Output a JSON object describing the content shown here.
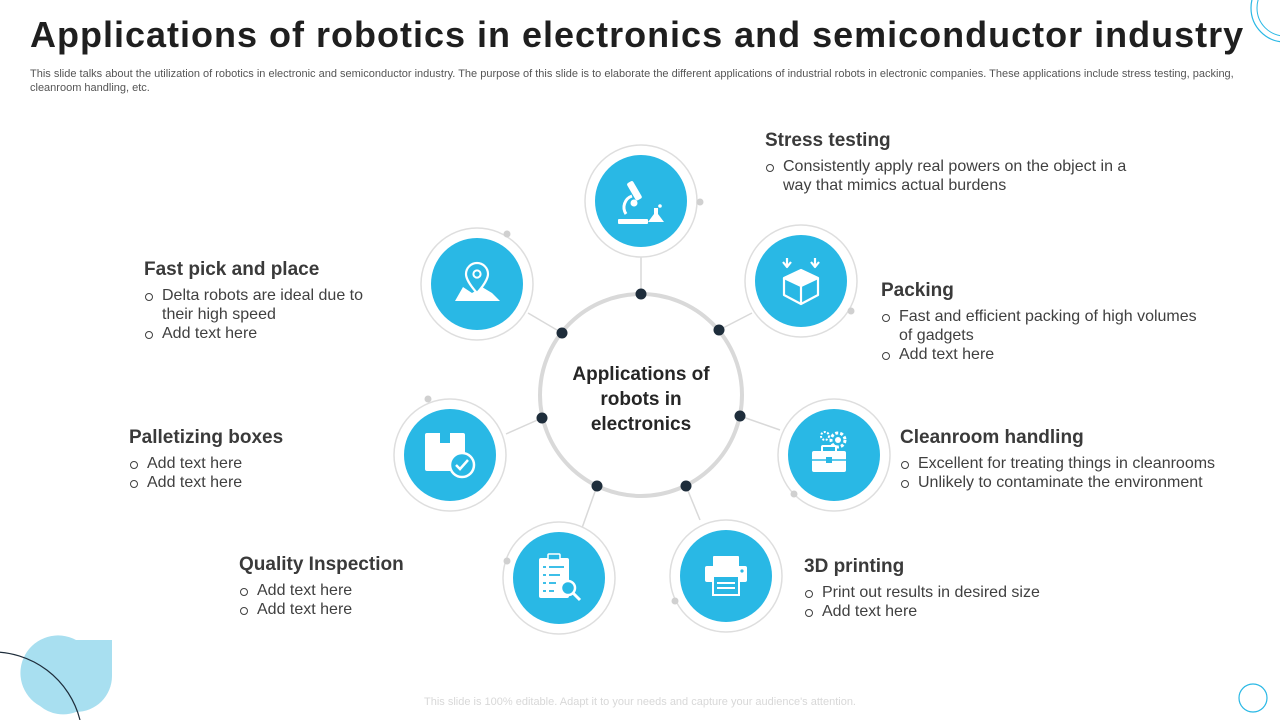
{
  "title": "Applications of robotics in electronics and semiconductor industry",
  "subtitle": "This slide talks about the utilization of robotics in electronic and semiconductor industry. The purpose of this slide is to elaborate the different applications of industrial robots in electronic companies. These applications include stress testing, packing, cleanroom handling, etc.",
  "center": "Applications of robots in electronics",
  "colors": {
    "accent": "#29b8e5",
    "ring": "#d9d9d9",
    "node": "#1e2d3b"
  },
  "items": [
    {
      "heading": "Stress testing",
      "icon": "microscope-icon",
      "bullets": [
        "Consistently apply real powers on the object in a way that mimics actual burdens"
      ]
    },
    {
      "heading": "Packing",
      "icon": "box-icon",
      "bullets": [
        "Fast and efficient packing of high volumes of gadgets",
        "Add text here"
      ]
    },
    {
      "heading": "Cleanroom handling",
      "icon": "briefcase-gears-icon",
      "bullets": [
        "Excellent for treating things in cleanrooms",
        "Unlikely to contaminate the environment"
      ]
    },
    {
      "heading": "3D printing",
      "icon": "printer-icon",
      "bullets": [
        "Print out results in desired size",
        "Add text here"
      ]
    },
    {
      "heading": "Quality Inspection",
      "icon": "checklist-magnifier-icon",
      "bullets": [
        "Add text here",
        "Add text here"
      ]
    },
    {
      "heading": "Palletizing boxes",
      "icon": "box-check-icon",
      "bullets": [
        "Add text here",
        "Add text here"
      ]
    },
    {
      "heading": "Fast pick and place",
      "icon": "map-pin-icon",
      "bullets": [
        "Delta robots are ideal due to their high speed",
        "Add text here"
      ]
    }
  ],
  "footer": "This slide is 100% editable. Adapt it to your needs and capture your audience's attention."
}
